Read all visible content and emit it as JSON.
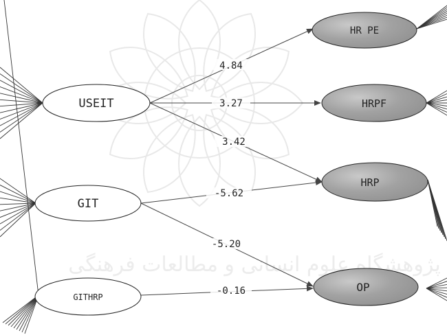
{
  "diagram": {
    "latent_nodes": [
      {
        "id": "USEIT",
        "label": "USEIT",
        "shaded": false
      },
      {
        "id": "GIT",
        "label": "GIT",
        "shaded": false
      },
      {
        "id": "GITHRP",
        "label": "GITHRP",
        "shaded": false
      },
      {
        "id": "HRPE",
        "label": "HR PE",
        "shaded": true
      },
      {
        "id": "HRPF",
        "label": "HRPF",
        "shaded": true
      },
      {
        "id": "HRP",
        "label": "HRP",
        "shaded": true
      },
      {
        "id": "OP",
        "label": "OP",
        "shaded": true
      }
    ],
    "paths": [
      {
        "from": "USEIT",
        "to": "HRPE",
        "value": "4.84"
      },
      {
        "from": "USEIT",
        "to": "HRPF",
        "value": "3.27"
      },
      {
        "from": "USEIT",
        "to": "HRP",
        "value": "3.42"
      },
      {
        "from": "GIT",
        "to": "HRP",
        "value": "-5.62"
      },
      {
        "from": "GIT",
        "to": "OP",
        "value": "-5.20"
      },
      {
        "from": "GITHRP",
        "to": "OP",
        "value": "-0.16"
      }
    ],
    "colors": {
      "shaded_fill": "#9e9e9e",
      "shaded_highlight": "#c9c9c9",
      "line": "#444444",
      "watermark": "#e8e8e8"
    },
    "watermark_text": "پژوهشگاه علوم انسانی و مطالعات فرهنگی"
  }
}
